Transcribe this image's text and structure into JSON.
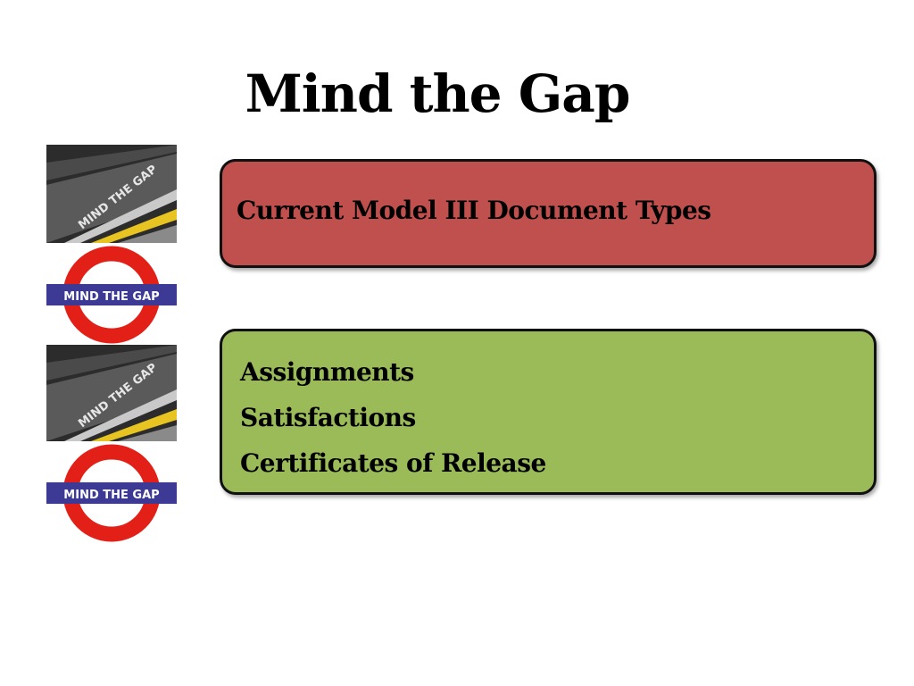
{
  "slide": {
    "title": "Mind the Gap"
  },
  "images": {
    "platform_text": "MIND THE GAP",
    "roundel_text": "MIND THE GAP",
    "roundel_colors": {
      "ring": "#e32017",
      "bar": "#3c3a94",
      "bar_text": "#ffffff"
    },
    "platform_colors": {
      "floor": "#3a3a3a",
      "stripe": "#e8c422",
      "edge": "#bdbdbd"
    }
  },
  "boxes": {
    "header": {
      "text": "Current Model III Document Types",
      "color": "#c0504d"
    },
    "list": {
      "color": "#9bbb59",
      "items": [
        "Assignments",
        "Satisfactions",
        "Certificates of Release"
      ]
    }
  }
}
